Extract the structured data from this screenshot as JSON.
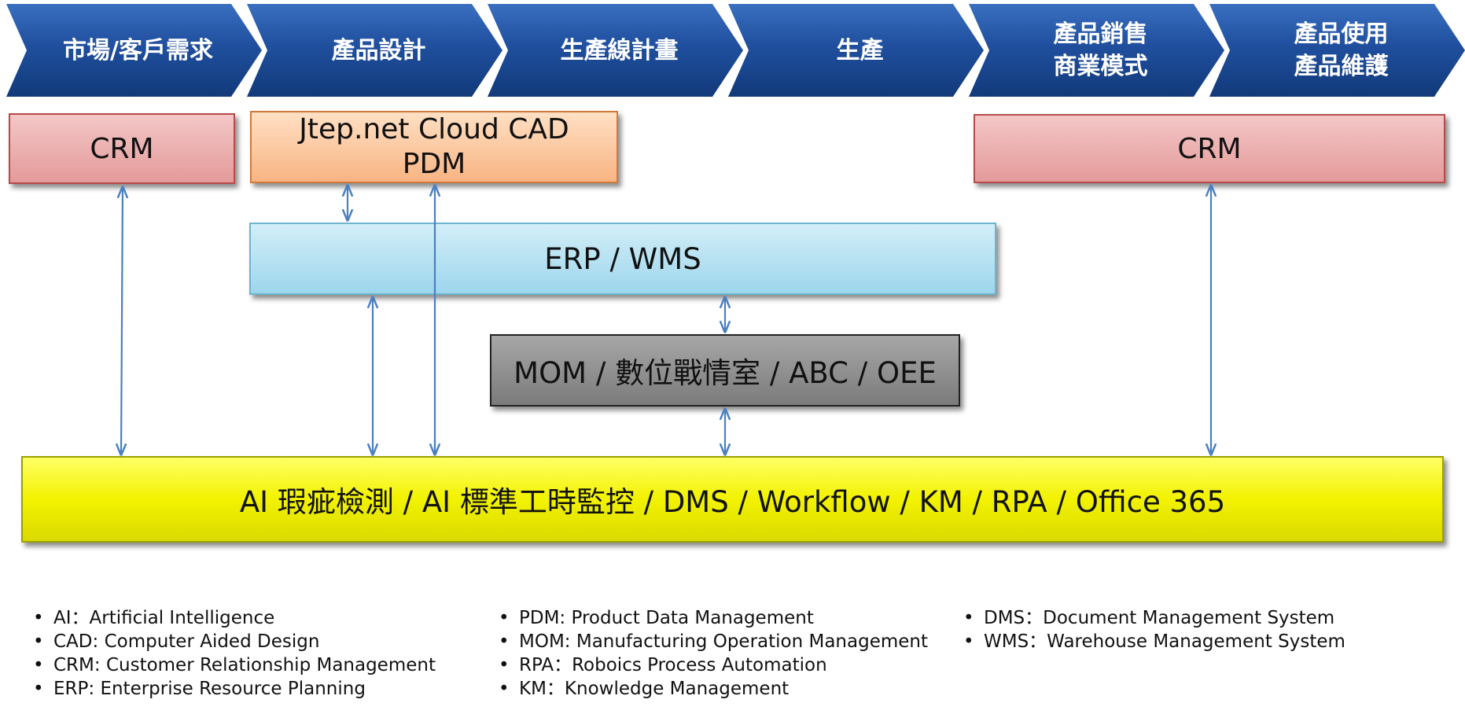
{
  "stages": [
    "市場/客戶需求",
    "產品設計",
    "生產線計畫",
    "生產",
    "產品銷售\n商業模式",
    "產品使用\n產品維護"
  ],
  "systems": {
    "crm_left": "CRM",
    "cad_pdm": "Jtep.net Cloud CAD\nPDM",
    "crm_right": "CRM",
    "erp_wms": "ERP / WMS",
    "mom": "MOM / 數位戰情室 / ABC  / OEE",
    "ai_platform": "AI 瑕疵檢測 / AI 標準工時監控  /  DMS / Workflow / KM  / RPA / Office 365"
  },
  "legend": {
    "col1": [
      "AI：Artificial Intelligence",
      "CAD: Computer Aided Design",
      "CRM: Customer Relationship Management",
      "ERP: Enterprise Resource Planning"
    ],
    "col2": [
      "PDM: Product Data Management",
      "MOM: Manufacturing Operation Management",
      "RPA：Roboics Process Automation",
      "KM：Knowledge Management"
    ],
    "col3": [
      "DMS：Document Management System",
      "WMS：Warehouse Management System"
    ]
  },
  "colors": {
    "chevron": "#1f4f9e",
    "crm": "#e8a6a6",
    "cad": "#fbc79b",
    "erp": "#aadcee",
    "mom": "#8c8c8c",
    "ai": "#f2f200",
    "connector": "#4a7fc1"
  }
}
